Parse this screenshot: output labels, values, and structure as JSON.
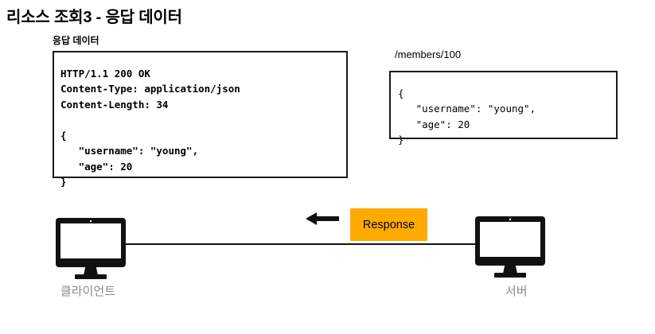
{
  "page": {
    "title": "리소스 조회3 - 응답 데이터"
  },
  "response_panel": {
    "label": "응답 데이터",
    "body": "HTTP/1.1 200 OK\nContent-Type: application/json\nContent-Length: 34\n\n{\n   \"username\": \"young\",\n   \"age\": 20\n}"
  },
  "resource_panel": {
    "label": "/members/100",
    "body": "{\n   \"username\": \"young\",\n   \"age\": 20\n}"
  },
  "diagram": {
    "client_label": "클라이언트",
    "server_label": "서버",
    "flow_badge_label": "Response",
    "arrow_direction": "left",
    "badge_color": "#FFAA00",
    "label_color": "#8a8a8a",
    "line_color": "#111111"
  }
}
